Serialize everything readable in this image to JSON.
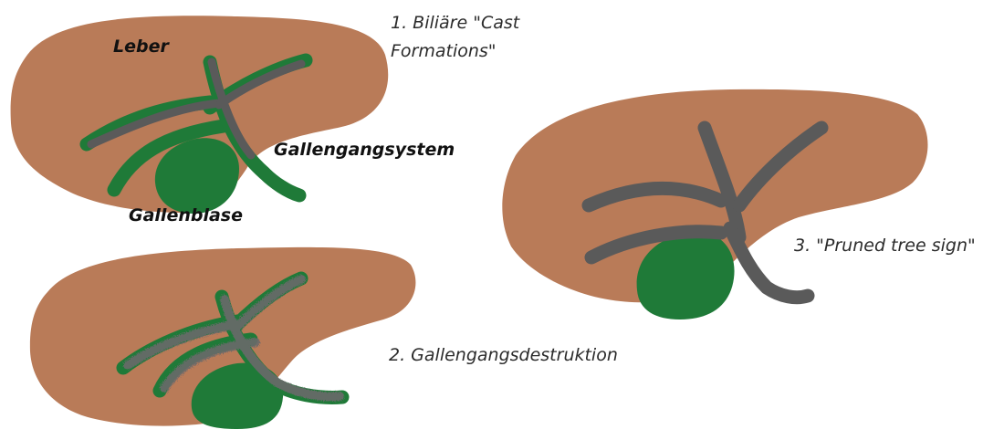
{
  "colors": {
    "liver": "#b97b58",
    "duct_green": "#1f7a38",
    "cast_gray": "#5a5a5a",
    "text": "#2b2b2b"
  },
  "labels": {
    "liver": "Leber",
    "bile_duct_system": "Gallengangsystem",
    "gallbladder": "Gallenblase",
    "stage1_line1": "1. Biliäre \"Cast",
    "stage1_line2": "Formations\"",
    "stage2": "2. Gallengangsdestruktion",
    "stage3": "3. \"Pruned tree sign\""
  }
}
